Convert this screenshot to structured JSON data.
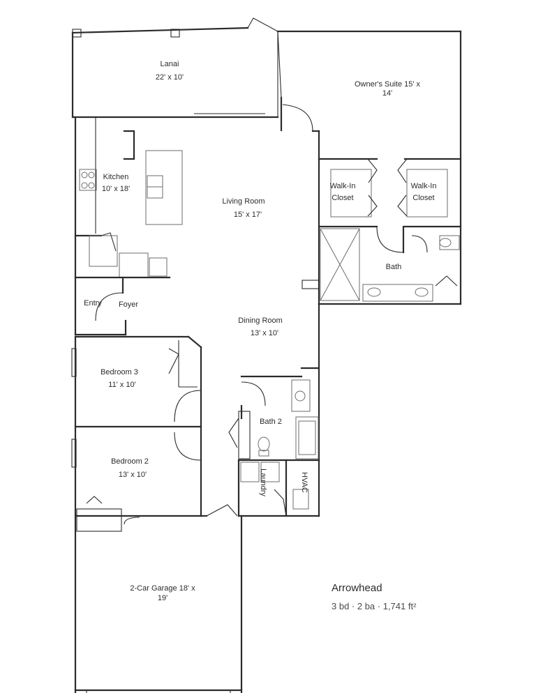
{
  "plan_name": "Arrowhead",
  "plan_summary": "3 bd · 2 ba · 1,741 ft²",
  "rooms": {
    "lanai": {
      "name": "Lanai",
      "size": "22' x 10'"
    },
    "owners_suite": {
      "name": "Owner's Suite 15' x",
      "size": "14'"
    },
    "kitchen": {
      "name": "Kitchen",
      "size": "10' x 18'"
    },
    "living_room": {
      "name": "Living Room",
      "size": "15' x 17'"
    },
    "walk_in_closet_left": {
      "name": "Walk-In",
      "size": "Closet"
    },
    "walk_in_closet_right": {
      "name": "Walk-In",
      "size": "Closet"
    },
    "bath": {
      "name": "Bath"
    },
    "entry": {
      "name": "Entry"
    },
    "foyer": {
      "name": "Foyer"
    },
    "dining_room": {
      "name": "Dining Room",
      "size": "13' x 10'"
    },
    "bedroom_3": {
      "name": "Bedroom 3",
      "size": "11' x 10'"
    },
    "bath_2": {
      "name": "Bath 2"
    },
    "bedroom_2": {
      "name": "Bedroom 2",
      "size": "13' x 10'"
    },
    "laundry": {
      "name": "Laundry"
    },
    "hvac": {
      "name": "HVAC"
    },
    "garage": {
      "name": "2-Car Garage 18' x",
      "size": "19'"
    }
  }
}
